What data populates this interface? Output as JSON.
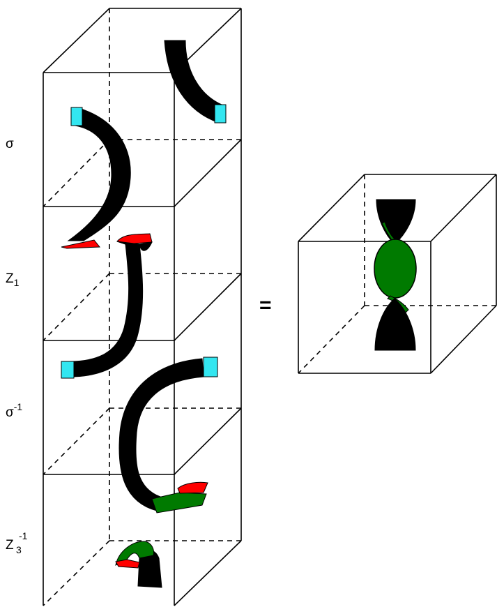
{
  "labels": {
    "sigma": {
      "base": "σ"
    },
    "z1": {
      "base": "Z",
      "sub": "1"
    },
    "sigma_inv": {
      "base": "σ",
      "sup": "-1"
    },
    "z3_inv": {
      "base": "Z",
      "sub": "3",
      "sup": "-1"
    },
    "equals": "="
  },
  "colors": {
    "ribbon": "#000000",
    "cyan_end": "#33e6f0",
    "red_end": "#ff0000",
    "green_face": "#007a00",
    "edge": "#000000",
    "background": "#ffffff"
  }
}
